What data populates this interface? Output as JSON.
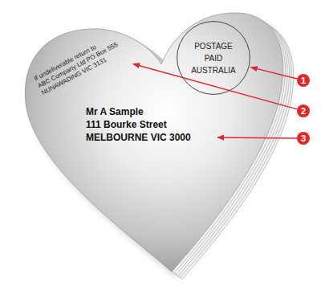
{
  "diagram": {
    "nodes": [
      {
        "text": [
          "If undeliverable return to ABC Company Ltd PO Box 555 NUNAWADING VIC 3131",
          "Mr A Sample 111 Bourke Street MELBOURNE VIC 3000"
        ]
      },
      {
        "text": [
          "POSTAGE PAID AUSTRALIA"
        ],
        "in": 0
      },
      {
        "text": [
          "1"
        ]
      },
      {
        "text": [
          "2"
        ]
      },
      {
        "text": [
          "3"
        ]
      }
    ],
    "edges": [
      {
        "from": 2,
        "to": 1,
        "arrow": "to"
      },
      {
        "from": 3,
        "to": 0,
        "arrow": "to"
      },
      {
        "from": 4,
        "to": 0,
        "arrow": "to"
      }
    ]
  }
}
